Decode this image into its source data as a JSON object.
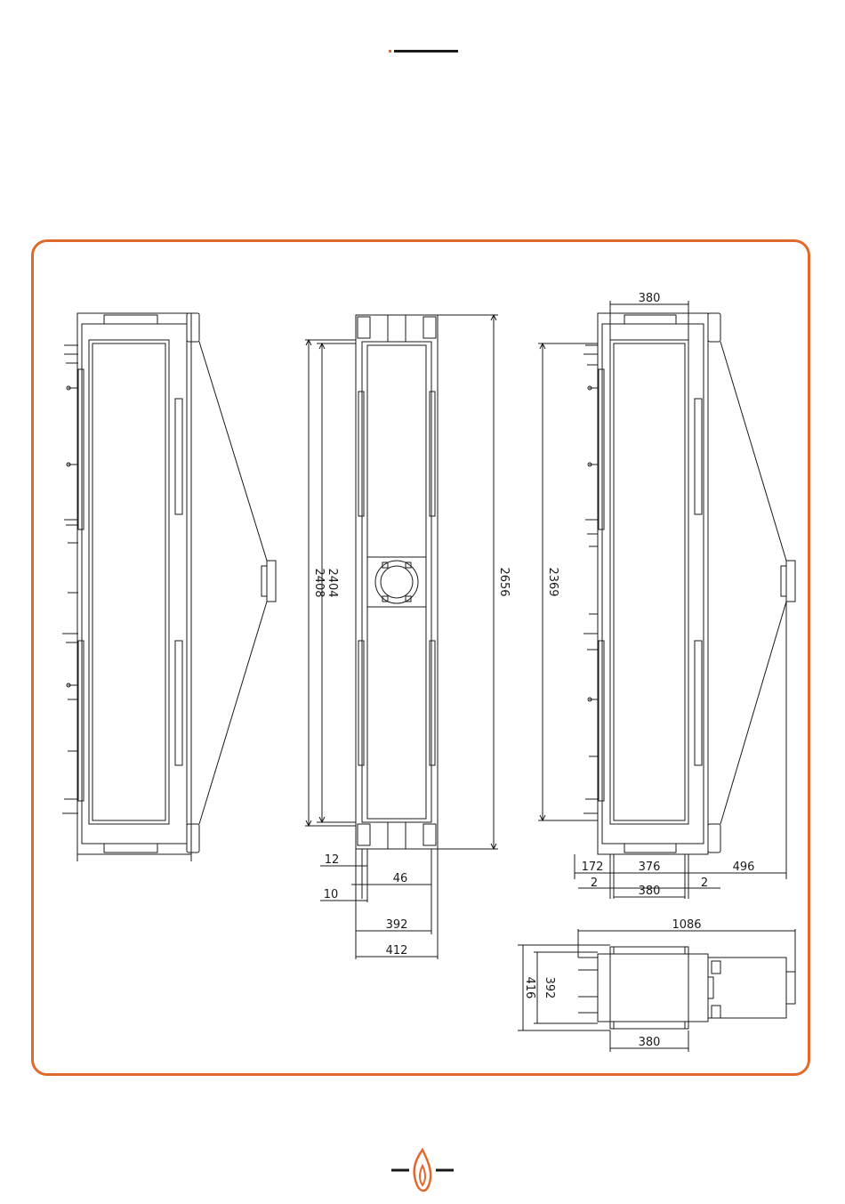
{
  "colors": {
    "accent": "#e06a2c",
    "line": "#1a1a1a"
  },
  "icons": {
    "footer": "flame-logo-icon"
  },
  "dimensions": {
    "middle_width_top": "380",
    "right_height": "2369",
    "mid_h_2404": "2404",
    "mid_h_2408": "2408",
    "mid_h_2656": "2656",
    "d12": "12",
    "d46": "46",
    "d10": "10",
    "d392": "392",
    "d412": "412",
    "r172": "172",
    "r376": "376",
    "r496": "496",
    "r2a": "2",
    "r380": "380",
    "r2b": "2",
    "b1086": "1086",
    "b416": "416",
    "b392": "392",
    "b380": "380"
  }
}
